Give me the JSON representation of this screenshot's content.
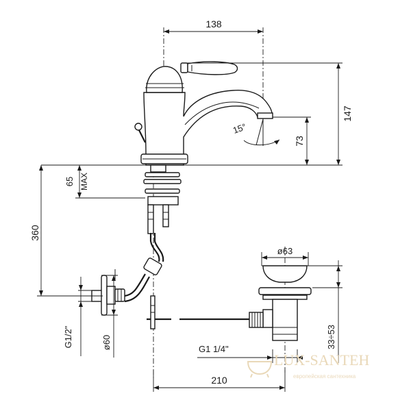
{
  "dimensions": {
    "width_top": "138",
    "height_total": "147",
    "spout_height": "73",
    "spout_angle": "15°",
    "deck_max": "65",
    "deck_max_note": "MAX",
    "length_below": "360",
    "thread_inlet": "G1/2\"",
    "flange_diameter": "ø60",
    "waste_diameter": "ø63",
    "waste_adjust": "33÷53",
    "waste_thread": "G1 1/4\"",
    "width_bottom": "210"
  },
  "watermark": {
    "brand": "LUX-SANTEH",
    "tagline": "европейская сантехника"
  },
  "colors": {
    "line": "#1a1a1a",
    "watermark": "#e9d8b8"
  }
}
